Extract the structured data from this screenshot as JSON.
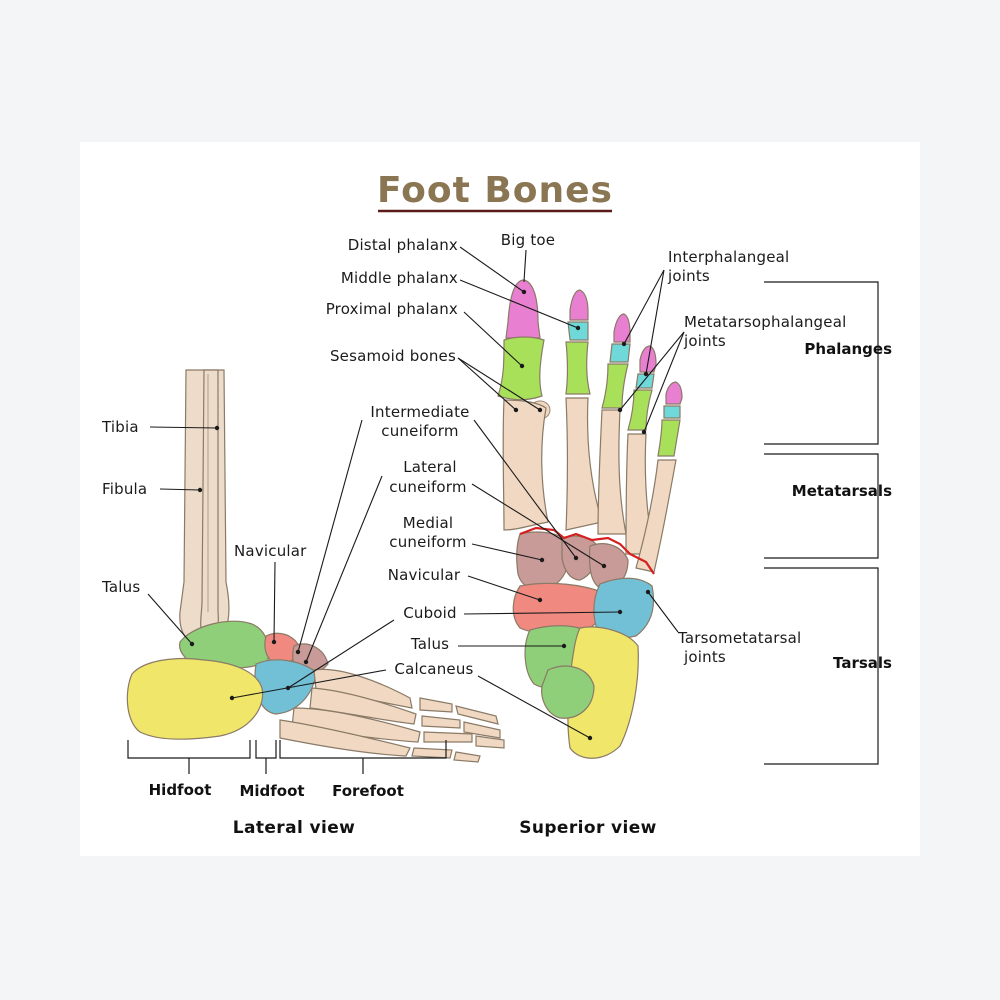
{
  "title": "Foot Bones",
  "colors": {
    "title": "#8a7652",
    "title_rule": "#5a1a1a",
    "bone": "#eedccb",
    "distal": "#e87fd0",
    "middle": "#6fd8d8",
    "proximal": "#a8e05a",
    "metatarsal": "#f0d8c2",
    "cuneiform": "#c89a98",
    "navicular": "#f08a80",
    "cuboid": "#72c0d6",
    "talus": "#8fcf7a",
    "calcaneus": "#f0e66a",
    "joint_line": "#d42020"
  },
  "superior": {
    "labels": {
      "distal_phalanx": "Distal phalanx",
      "big_toe": "Big toe",
      "middle_phalanx": "Middle phalanx",
      "proximal_phalanx": "Proximal phalanx",
      "sesamoid_bones": "Sesamoid bones",
      "interphalangeal_1": "Interphalangeal",
      "interphalangeal_2": "joints",
      "metatarsophalangeal_1": "Metatarsophalangeal",
      "metatarsophalangeal_2": "joints",
      "intermediate_cuneiform_1": "Intermediate",
      "intermediate_cuneiform_2": "cuneiform",
      "lateral_cuneiform_1": "Lateral",
      "lateral_cuneiform_2": "cuneiform",
      "medial_cuneiform_1": "Medial",
      "medial_cuneiform_2": "cuneiform",
      "navicular": "Navicular",
      "cuboid": "Cuboid",
      "talus": "Talus",
      "calcaneus": "Calcaneus",
      "tarsometatarsal_1": "Tarsometatarsal",
      "tarsometatarsal_2": "joints"
    },
    "groups": {
      "phalanges": "Phalanges",
      "metatarsals": "Metatarsals",
      "tarsals": "Tarsals"
    },
    "view_title": "Superior view"
  },
  "lateral": {
    "labels": {
      "tibia": "Tibia",
      "fibula": "Fibula",
      "navicular": "Navicular",
      "talus": "Talus"
    },
    "regions": {
      "hindfoot": "Hidfoot",
      "midfoot": "Midfoot",
      "forefoot": "Forefoot"
    },
    "view_title": "Lateral view"
  }
}
